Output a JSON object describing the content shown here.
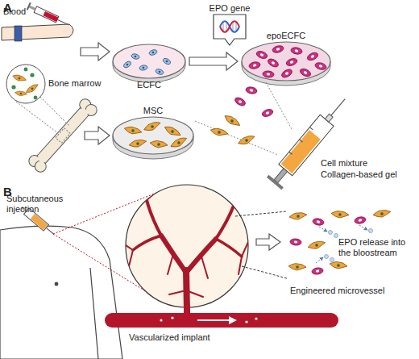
{
  "diagram": {
    "nodes": [
      {
        "text": [
          "ECFC"
        ]
      },
      {
        "text": [
          "epoECFC"
        ]
      },
      {
        "text": [
          "MSC"
        ]
      },
      {
        "text": [
          "EPO gene"
        ]
      }
    ],
    "edges": [
      {
        "from": 0,
        "to": 1,
        "arrow": "to"
      }
    ],
    "labels": [
      "A",
      "Blood",
      "Bone marrow",
      "Cell mixture",
      "Collagen-based gel",
      "B",
      "Subcutaneous injection",
      "EPO release into the bloostream",
      "Engineered microvessel",
      "Vascularized implant"
    ]
  }
}
